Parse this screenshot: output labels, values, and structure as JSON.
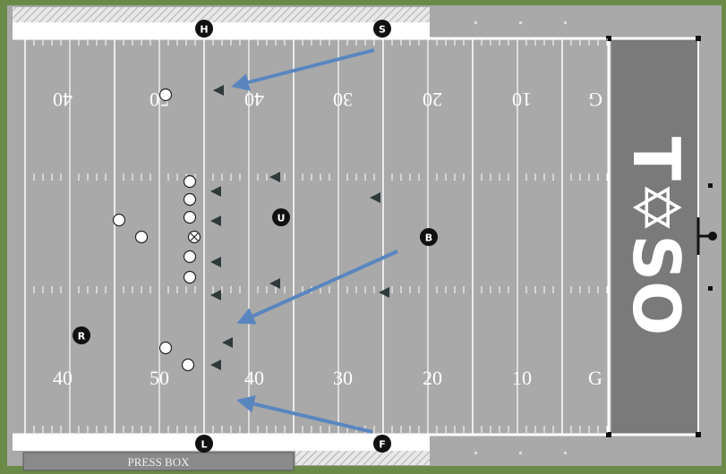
{
  "press_box": {
    "label": "PRESS BOX"
  },
  "endzone": {
    "logo_text": "T✡SO"
  },
  "yard_numbers": {
    "top": [
      "40",
      "50",
      "40",
      "30",
      "20",
      "10",
      "G"
    ],
    "bottom": [
      "40",
      "50",
      "40",
      "30",
      "20",
      "10",
      "G"
    ]
  },
  "officials": [
    {
      "label": "H",
      "name": "head-linesman"
    },
    {
      "label": "S",
      "name": "side-judge"
    },
    {
      "label": "U",
      "name": "umpire"
    },
    {
      "label": "B",
      "name": "back-judge"
    },
    {
      "label": "R",
      "name": "referee"
    },
    {
      "label": "L",
      "name": "line-judge"
    },
    {
      "label": "F",
      "name": "field-judge"
    }
  ],
  "colors": {
    "field": "#a9a9a9",
    "field_dark": "#8c8c8c",
    "endzone": "#7a7a7a",
    "sideline": "#ffffff",
    "arrow": "#5a86c0",
    "official": "#111111",
    "defense": "#2f3a3a"
  }
}
